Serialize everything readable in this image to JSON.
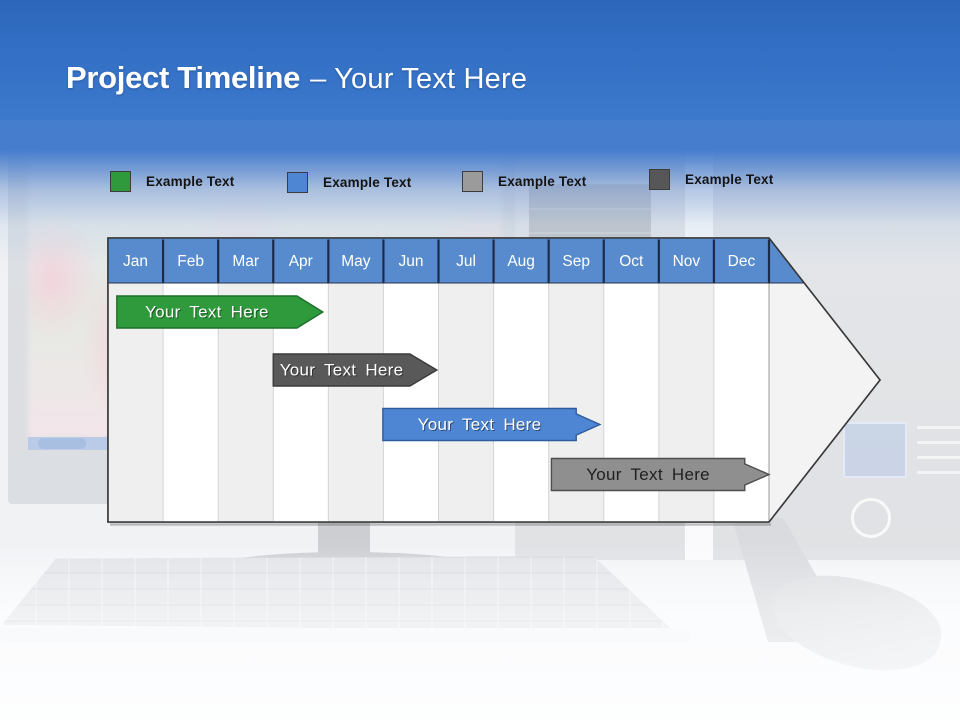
{
  "title": {
    "bold": "Project Timeline",
    "rest": "– Your Text Here"
  },
  "legend": {
    "items": [
      {
        "label": "Example Text",
        "color": "#2f9a3b"
      },
      {
        "label": "Example Text",
        "color": "#4e86d4"
      },
      {
        "label": "Example Text",
        "color": "#9b9b9b"
      },
      {
        "label": "Example Text",
        "color": "#57575a"
      }
    ]
  },
  "chart_data": {
    "type": "timeline",
    "title": "Project Timeline – Your Text Here",
    "months": [
      "Jan",
      "Feb",
      "Mar",
      "Apr",
      "May",
      "Jun",
      "Jul",
      "Aug",
      "Sep",
      "Oct",
      "Nov",
      "Dec"
    ],
    "header_color": "#578bce",
    "header_text_color": "#ffffff",
    "stripe_colors": [
      "#efefef",
      "#ffffff"
    ],
    "bars": [
      {
        "label": "Your Text Here",
        "row": 0,
        "start_month": 0.16,
        "end_month": 3.43,
        "tip_month": 3.9,
        "fill": "#2f9a3b",
        "border": "#1e6f28",
        "label_color": "#ffffff",
        "head_ratio": 1
      },
      {
        "label": "Your Text Here",
        "row": 1,
        "start_month": 3.0,
        "end_month": 5.48,
        "tip_month": 5.97,
        "fill": "#595959",
        "border": "#3a3a3a",
        "label_color": "#ffffff",
        "head_ratio": 1
      },
      {
        "label": "Your Text Here",
        "row": 2,
        "start_month": 4.99,
        "end_month": 8.5,
        "tip_month": 8.93,
        "fill": "#4e86d4",
        "border": "#2d5c9e",
        "label_color": "#ffffff",
        "head_ratio": 0.66
      },
      {
        "label": "Your Text Here",
        "row": 3,
        "start_month": 8.05,
        "end_month": 11.56,
        "tip_month": 12.0,
        "fill": "#8f8f8f",
        "border": "#4f4f4f",
        "label_color": "#1f1f1f",
        "head_ratio": 0.66
      }
    ]
  }
}
